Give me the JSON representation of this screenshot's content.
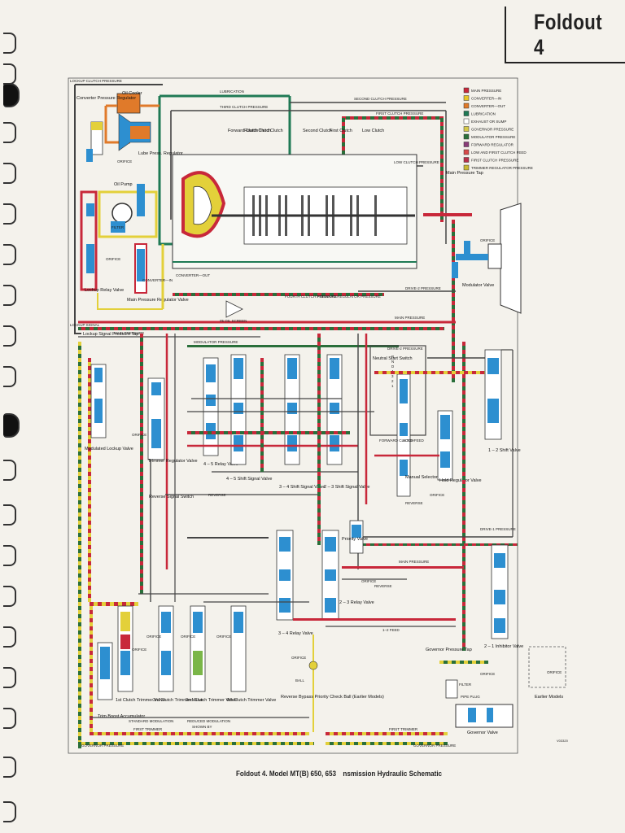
{
  "header": {
    "foldout_label": "Foldout 4"
  },
  "caption": {
    "part1": "Foldout 4. Model MT(B) 650, 653",
    "part2": "nsmission Hydraulic Schematic"
  },
  "figure_code": "V03320",
  "legend": [
    {
      "label": "MAIN PRESSURE",
      "color": "#c8283a"
    },
    {
      "label": "CONVERTER—IN",
      "color": "#e8c628"
    },
    {
      "label": "CONVERTER—OUT",
      "color": "#e07a2a"
    },
    {
      "label": "LUBRICATION",
      "color": "#1f7a55"
    },
    {
      "label": "EXHAUST OR SUMP",
      "color": "#ffffff"
    },
    {
      "label": "GOVERNOR PRESSURE",
      "color": "#d4c84a"
    },
    {
      "label": "MODULATOR PRESSURE",
      "color": "#2a6f3a"
    },
    {
      "label": "FORWARD REGULATOR",
      "color": "#8a3c78"
    },
    {
      "label": "LOW AND FIRST CLUTCH FEED",
      "color": "#d84a4a"
    },
    {
      "label": "FIRST CLUTCH PRESSURE",
      "color": "#b8304a"
    },
    {
      "label": "TRIMMER REGULATOR PRESSURE",
      "color": "#c9b832"
    }
  ],
  "lines": {
    "lockup_clutch_pressure": "LOCKUP CLUTCH PRESSURE",
    "lubrication": "LUBRICATION",
    "third_clutch_pressure": "THIRD CLUTCH PRESSURE",
    "second_clutch_pressure": "SECOND CLUTCH PRESSURE",
    "first_clutch_pressure": "FIRST CLUTCH PRESSURE",
    "low_clutch_pressure": "LOW CLUTCH PRESSURE",
    "converter_out": "CONVERTER—OUT",
    "converter_in": "CONVERTER—IN",
    "fourth_clutch_pressure": "FOURTH CLUTCH PRESSURE",
    "forward_regulator_pressure": "FORWARD REGULATOR PRESSURE",
    "drive_2_pressure": "DRIVE-2 PRESSURE",
    "main_pressure": "MAIN PRESSURE",
    "oil_screen": "#5 OIL SCREEN",
    "modulator_pressure": "MODULATOR PRESSURE",
    "drive_2_pressure_b": "DRIVE-2 PRESSURE",
    "reverse": "REVERSE",
    "drive_1_pressure": "DRIVE-1 PRESSURE",
    "one_two_feed": "1–2 FEED",
    "standard_modulation": "STANDARD MODULATION",
    "reduced_modulation": "REDUCED MODULATION",
    "shown_by": "SHOWN BY",
    "first_trimmer": "FIRST TRIMMER",
    "governor_pressure": "GOVERNOR PRESSURE",
    "orifice": "ORIFICE",
    "forward_clutch": "FORWARD CLUTCH",
    "hold_feed": "HOLD FEED",
    "lockup_signal": "LOCKUP SIGNAL"
  },
  "components": {
    "oil_cooler": "Oil Cooler",
    "converter_pressure_regulator": "Converter Pressure Regulator",
    "lube_press_regulator": "Lube Press. Regulator",
    "oil_pump": "Oil Pump",
    "filter": "FILTER",
    "lockup_relay_valve": "Lockup Relay Valve",
    "main_pressure_regulator_valve": "Main Pressure Regulator Valve",
    "forward_clutch": "Forward Clutch",
    "fourth_clutch": "Fourth Clutch",
    "third_clutch": "Third Clutch",
    "second_clutch": "Second Clutch",
    "first_clutch": "First Clutch",
    "low_clutch": "Low Clutch",
    "main_pressure_tap": "Main Pressure Tap",
    "modulator_valve": "Modulator Valve",
    "lockup_signal_pressure_tap": "Lockup Signal Pressure Tap",
    "modulated_lockup_valve": "Modulated Lockup Valve",
    "trimmer_regulator_valve": "Trimmer Regulator Valve",
    "relay_4_5": "4 – 5 Relay Valve",
    "shift_signal_4_5": "4 – 5 Shift Signal Valve",
    "shift_signal_3_4": "3 – 4 Shift Signal Valve",
    "shift_signal_2_3": "2 – 3 Shift Signal Valve",
    "neutral_start_switch": "Neutral Start Switch",
    "manual_selector_valve": "Manual Selector Valve",
    "hold_regulator_valve": "Hold Regulator Valve",
    "shift_valve_1_2": "1 – 2 Shift Valve",
    "reverse_signal_switch": "Reverse Signal Switch",
    "priority_valve": "Priority Valve",
    "relay_3_4": "3 – 4 Relay Valve",
    "relay_2_3": "2 – 3 Relay Valve",
    "inhibitor_2_1": "2 – 1 Inhibitor Valve",
    "trim_boost_accumulator": "Trim Boost Accumulator",
    "trimmer_1st": "1st Clutch Trimmer Valve",
    "trimmer_3rd": "3rd Clutch Trimmer Valve",
    "trimmer_2nd": "2nd Clutch Trimmer Valve",
    "trimmer_4th": "4th Clutch Trimmer Valve",
    "reverse_bypass": "Reverse Bypass Priority Check Ball (Earlier Models)",
    "governor_pressure_tap": "Governor Pressure Tap",
    "pipe_plug": "PIPE PLUG",
    "governor_valve": "Governor Valve",
    "earlier_models": "Earlier Models",
    "ball": "BALL"
  },
  "neutral_switch_positions": [
    "R",
    "N",
    "D",
    "4",
    "3",
    "2",
    "1"
  ]
}
